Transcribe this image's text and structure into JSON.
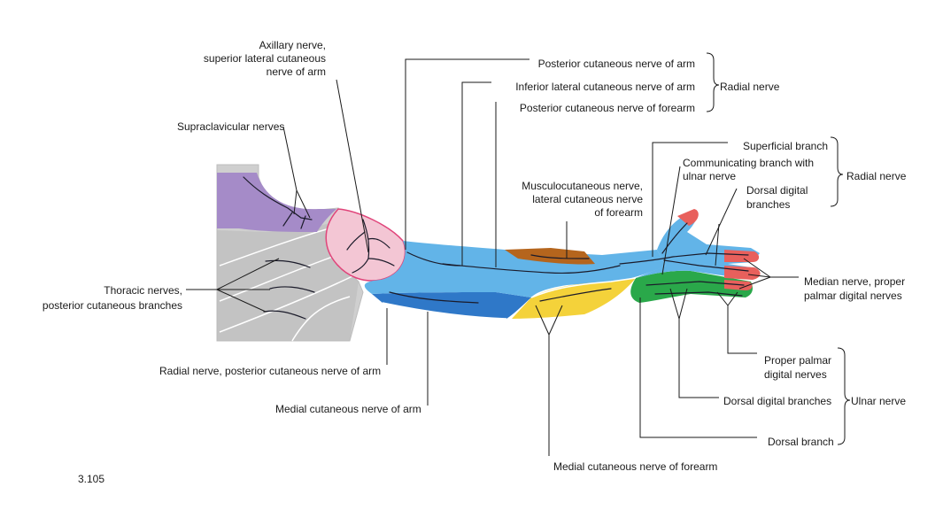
{
  "figure_number": "3.105",
  "labels": {
    "axillary_1": "Axillary nerve,",
    "axillary_2": "superior lateral cutaneous",
    "axillary_3": "nerve of arm",
    "supraclavicular": "Supraclavicular nerves",
    "thoracic_1": "Thoracic nerves,",
    "thoracic_2": "posterior cutaneous branches",
    "radial_post_arm": "Radial nerve, posterior cutaneous nerve of arm",
    "medial_cut_arm": "Medial cutaneous nerve of arm",
    "medial_cut_forearm": "Medial cutaneous nerve of forearm",
    "post_cut_arm": "Posterior cutaneous nerve of arm",
    "inf_lat_cut_arm": "Inferior lateral cutaneous nerve of arm",
    "post_cut_forearm": "Posterior cutaneous nerve of forearm",
    "radial_group_1": "Radial nerve",
    "musculo_1": "Musculocutaneous nerve,",
    "musculo_2": "lateral cutaneous nerve",
    "musculo_3": "of forearm",
    "superficial_branch": "Superficial branch",
    "communicating_1": "Communicating branch with",
    "communicating_2": "ulnar nerve",
    "dorsal_digital_1": "Dorsal digital",
    "dorsal_digital_2": "branches",
    "radial_group_2": "Radial nerve",
    "median_1": "Median nerve, proper",
    "median_2": "palmar digital nerves",
    "proper_palmar_1": "Proper palmar",
    "proper_palmar_2": "digital nerves",
    "ulnar_dorsal_digital": "Dorsal digital branches",
    "dorsal_branch": "Dorsal branch",
    "ulnar_group": "Ulnar nerve"
  },
  "colors": {
    "supraclavicular_region": "#a58bc8",
    "axillary_region": "#f3c6d4",
    "axillary_border": "#e0447a",
    "trunk_region": "#cfcfcf",
    "trunk_dark": "#9c9c9c",
    "radial_region": "#62b4e8",
    "medial_arm_region": "#2f78c8",
    "medial_forearm_region": "#f4d23a",
    "musculocutaneous_region": "#b5651d",
    "ulnar_region": "#2aa84a",
    "median_region": "#e8605c"
  }
}
